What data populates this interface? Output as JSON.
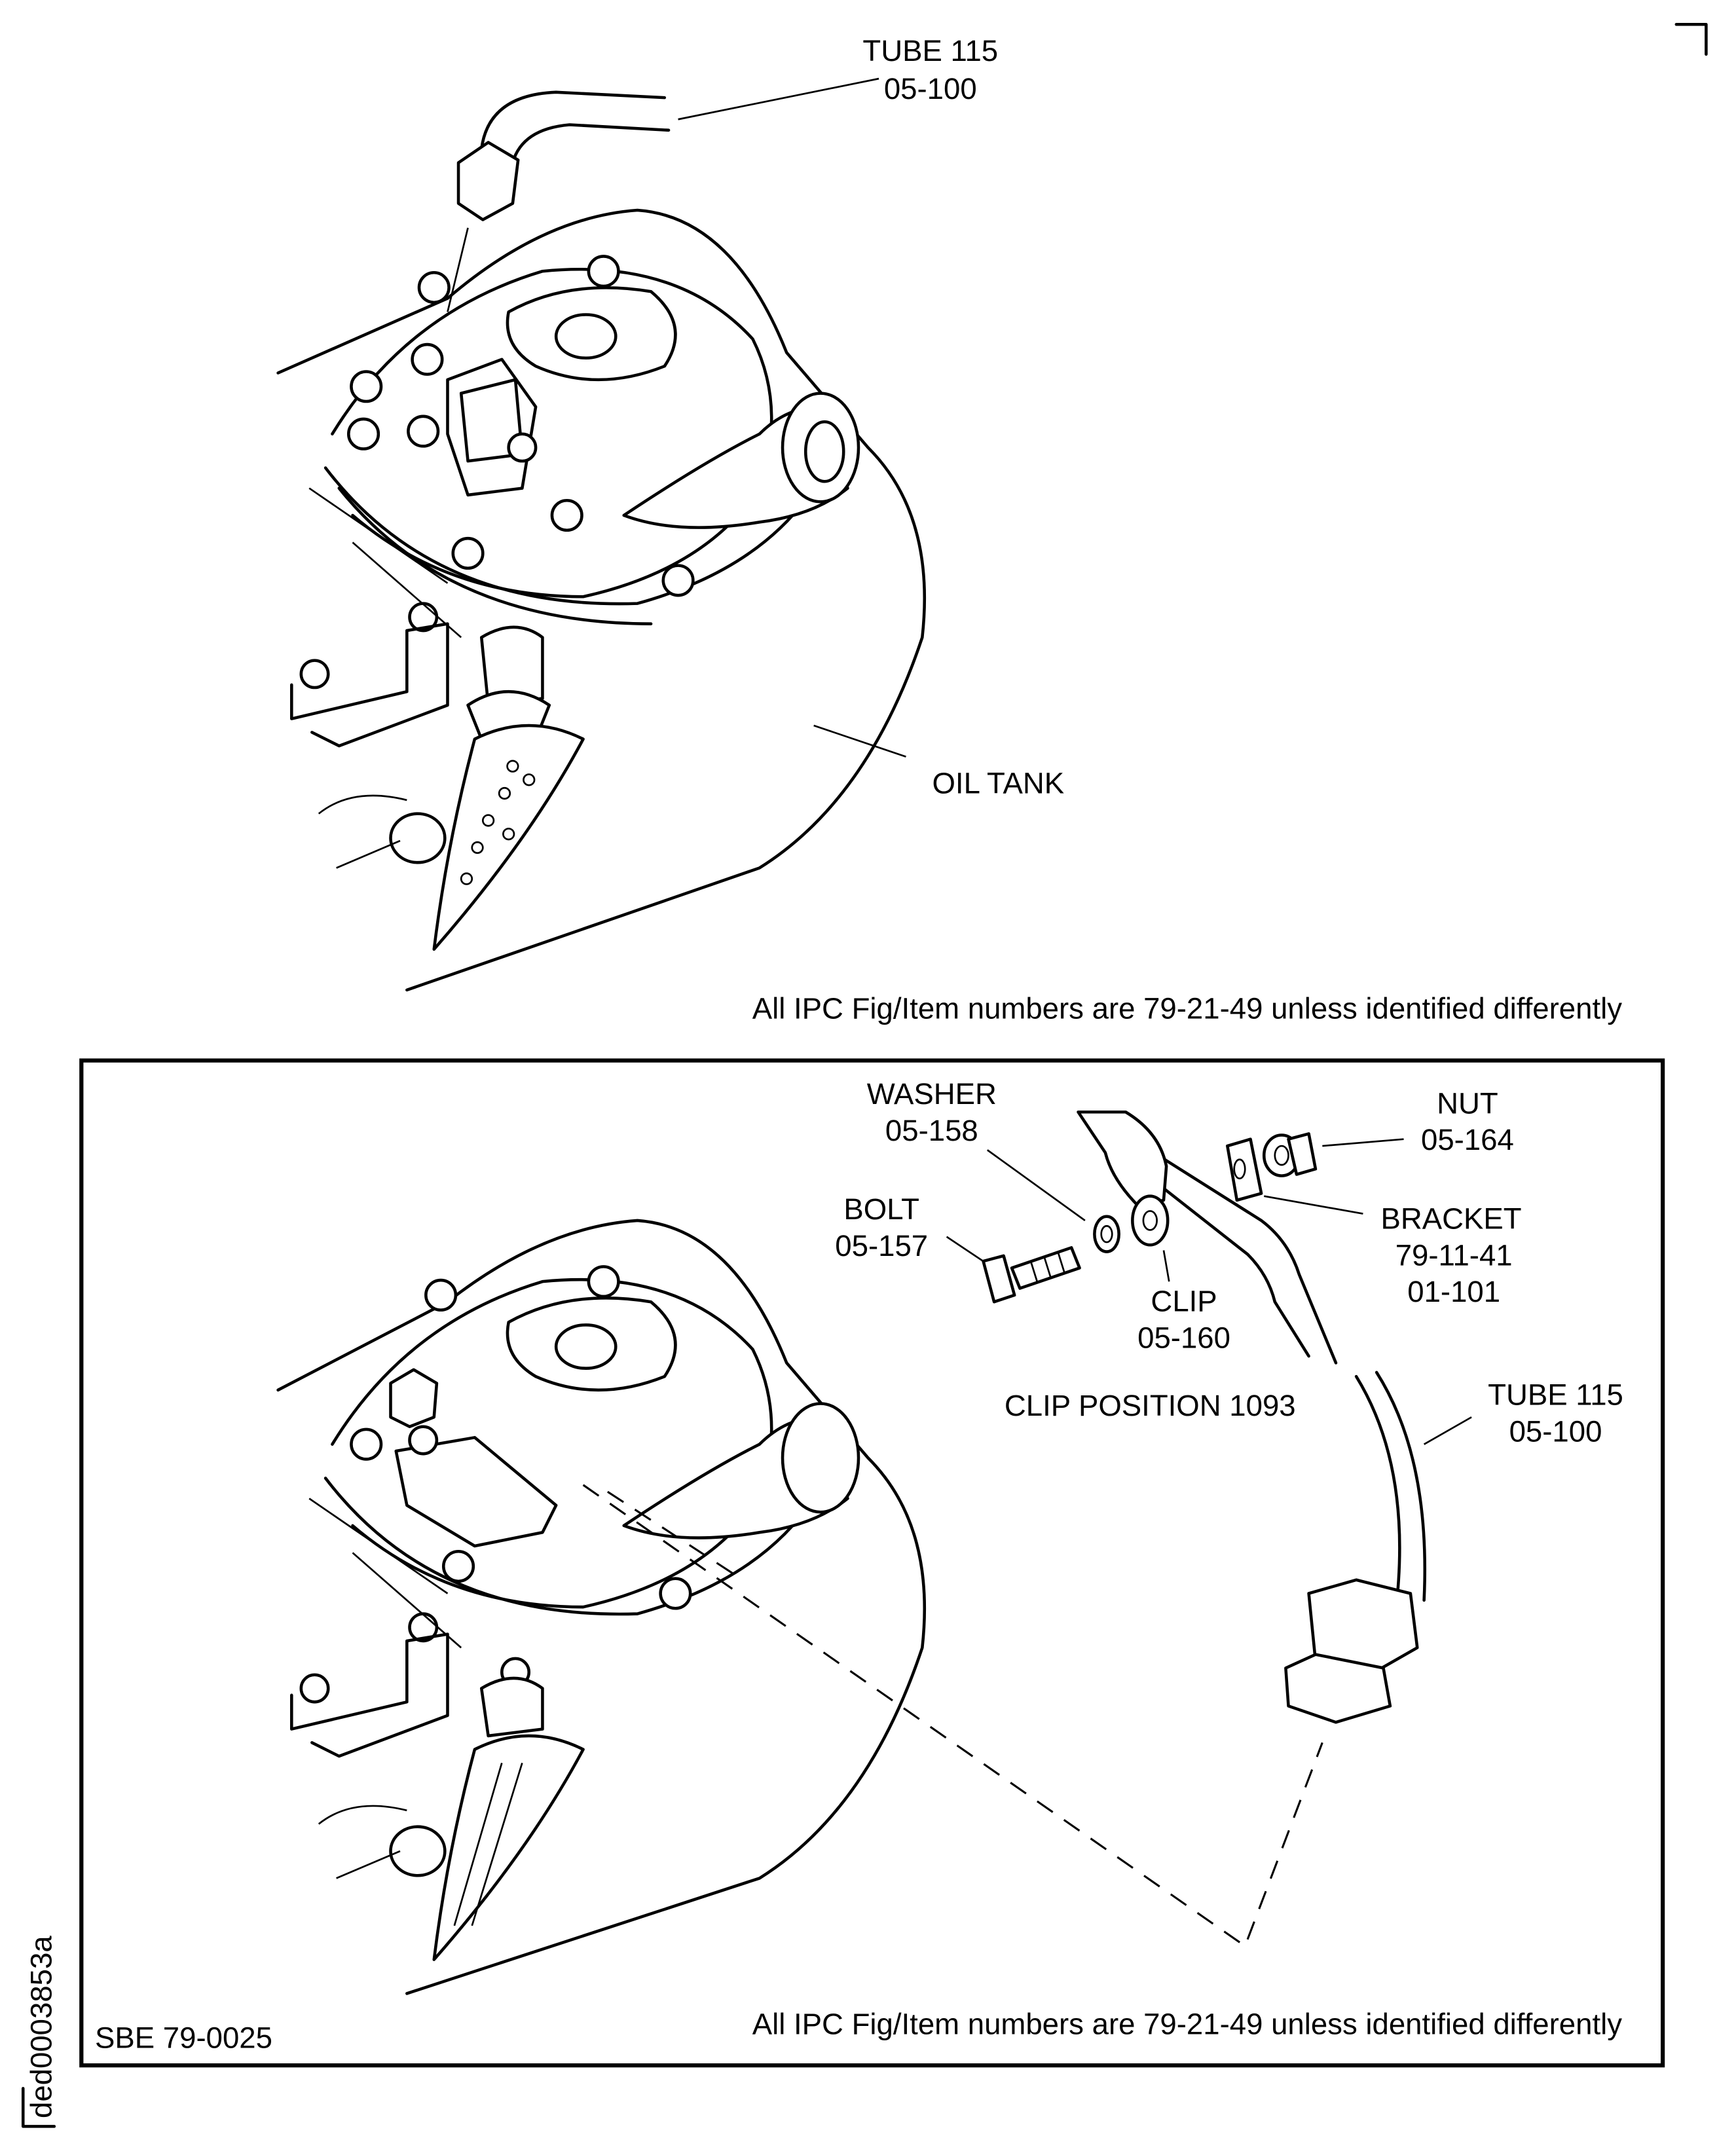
{
  "top_view": {
    "tube_label": {
      "name": "TUBE 115",
      "ref": "05-100"
    },
    "oil_tank_label": "OIL TANK",
    "note": "All IPC Fig/Item numbers are 79-21-49 unless identified differently"
  },
  "detail_view": {
    "washer": {
      "name": "WASHER",
      "ref": "05-158"
    },
    "nut": {
      "name": "NUT",
      "ref": "05-164"
    },
    "bolt": {
      "name": "BOLT",
      "ref": "05-157"
    },
    "bracket": {
      "name": "BRACKET",
      "ref1": "79-11-41",
      "ref2": "01-101"
    },
    "clip": {
      "name": "CLIP",
      "ref": "05-160"
    },
    "clip_position": "CLIP POSITION 1093",
    "tube": {
      "name": "TUBE 115",
      "ref": "05-100"
    },
    "note": "All IPC Fig/Item numbers are 79-21-49 unless identified differently",
    "bulletin": "SBE 79-0025"
  },
  "figure_id": "ded0003853a"
}
